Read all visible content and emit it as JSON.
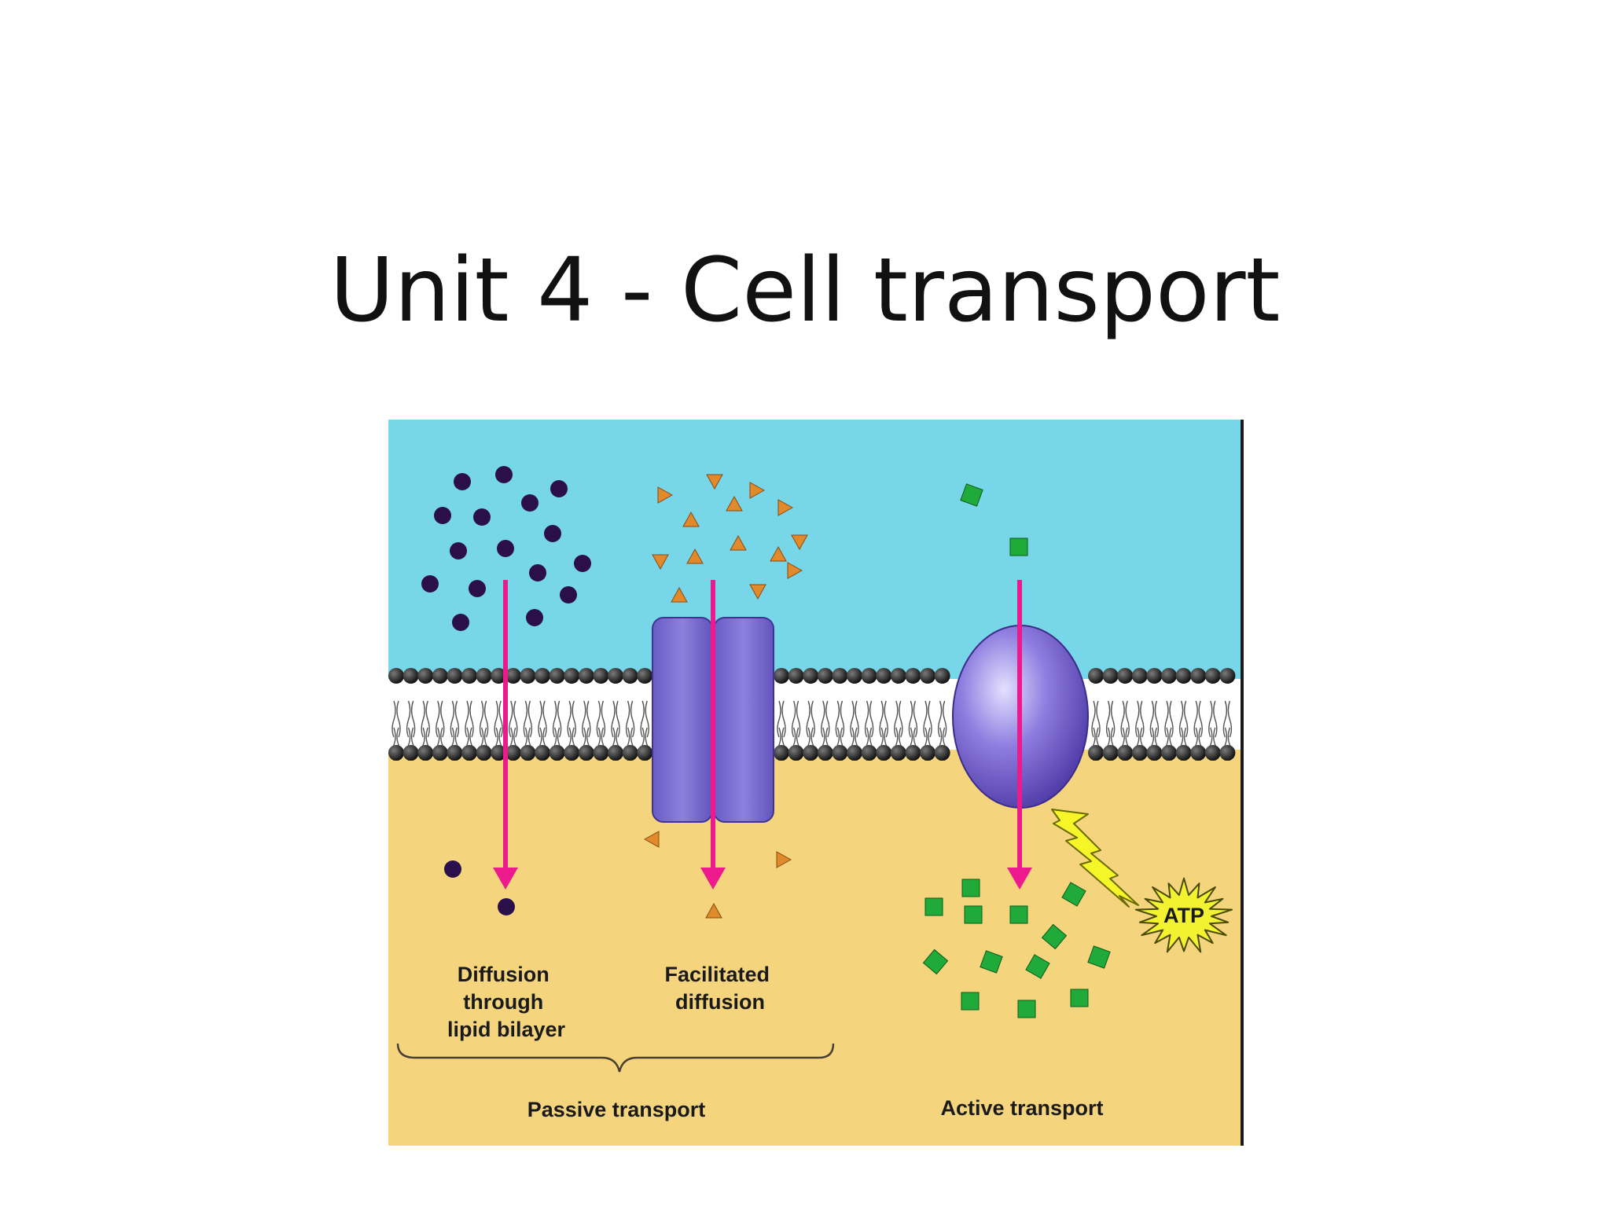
{
  "slide": {
    "title": "Unit 4 - Cell transport"
  },
  "diagram": {
    "labels": {
      "diffusion": [
        "Diffusion",
        "through",
        "lipid bilayer"
      ],
      "facilitated": [
        "Facilitated",
        "diffusion"
      ],
      "passive": "Passive transport",
      "active": "Active transport",
      "atp": "ATP"
    },
    "colors": {
      "extracellular": "#77d7e8",
      "cytoplasm": "#f4d57e",
      "arrow": "#ec1a8c",
      "channel_protein": "#7f6fd0",
      "carrier_protein": "#7a62c8",
      "solute_dot": "#2a0f4a",
      "solute_triangle": "#e08a2c",
      "solute_square": "#1faa3a",
      "atp_burst": "#f2f230"
    }
  }
}
